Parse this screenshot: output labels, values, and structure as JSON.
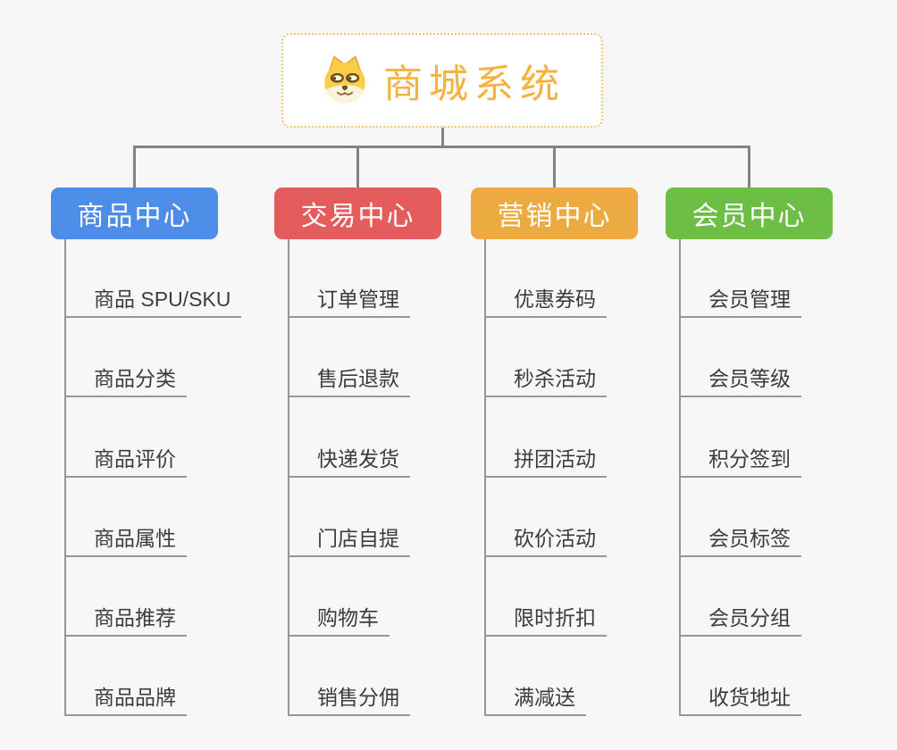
{
  "root": {
    "title": "商城系统",
    "icon": "shiba-dog-icon"
  },
  "branches": [
    {
      "label": "商品中心",
      "color": "#4d8de8",
      "children": [
        "商品 SPU/SKU",
        "商品分类",
        "商品评价",
        "商品属性",
        "商品推荐",
        "商品品牌"
      ]
    },
    {
      "label": "交易中心",
      "color": "#e45c5c",
      "children": [
        "订单管理",
        "售后退款",
        "快递发货",
        "门店自提",
        "购物车",
        "销售分佣"
      ]
    },
    {
      "label": "营销中心",
      "color": "#ebab41",
      "children": [
        "优惠券码",
        "秒杀活动",
        "拼团活动",
        "砍价活动",
        "限时折扣",
        "满减送"
      ]
    },
    {
      "label": "会员中心",
      "color": "#6cbe44",
      "children": [
        "会员管理",
        "会员等级",
        "积分签到",
        "会员标签",
        "会员分组",
        "收货地址"
      ]
    }
  ],
  "colors": {
    "background": "#f7f7f7",
    "root_border": "#f4c473",
    "root_text": "#f5b240",
    "connector": "#828282",
    "leaf_line": "#979797",
    "leaf_text": "#3c3c3c"
  }
}
